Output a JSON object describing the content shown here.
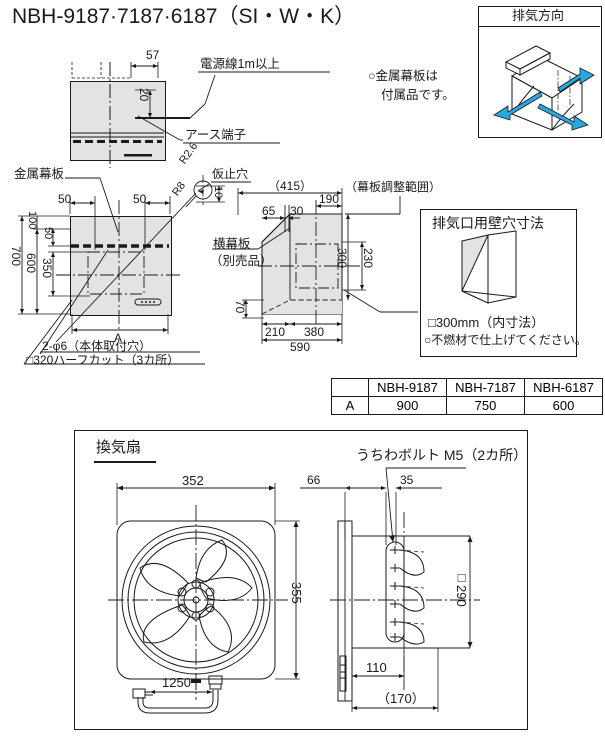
{
  "header": {
    "title": "NBH-9187·7187·6187（SI・W・K）"
  },
  "top_elevation": {
    "dim_57": "57",
    "dim_20": "20",
    "label_power_cord": "電源線1m以上",
    "label_ground_terminal": "アース端子"
  },
  "plan_view": {
    "label_metal_panel": "金属幕板",
    "dim_700": "700",
    "dim_600": "600",
    "dim_350": "350",
    "dim_100": "100",
    "dim_50_left_inner": "50",
    "dim_50_top_left": "50",
    "dim_50_top_right": "50",
    "dim_A": "A",
    "note_mount_holes": "2-φ6（本体取付穴）",
    "note_halfcut": "□320ハーフカット（3カ所）",
    "dim_R26": "R2.6",
    "dim_R8": "R8",
    "label_temp_hole": "仮止穴",
    "dim_10": "10"
  },
  "side_view": {
    "dim_415": "（415）",
    "label_panel_range": "（幕板調整範囲）",
    "dim_190": "190",
    "dim_65": "65",
    "dim_30": "30",
    "label_side_panel_1": "横幕板",
    "label_side_panel_2": "（別売品）",
    "dim_230": "230",
    "dim_300": "300",
    "dim_70": "70",
    "dim_210": "210",
    "dim_380": "380",
    "dim_590": "590"
  },
  "exhaust_direction_box": {
    "title": "排気方向",
    "arrow_color": "#29a8df"
  },
  "accessory_note": {
    "line1": "○金属幕板は",
    "line2": "付属品です。"
  },
  "wall_hole_box": {
    "title": "排気口用壁穴寸法",
    "note1": "□300mm（内寸法）",
    "note2": "○不燃材で仕上げてください。"
  },
  "spec_table": {
    "corner": "",
    "columns": [
      "NBH-9187",
      "NBH-7187",
      "NBH-6187"
    ],
    "rows": [
      {
        "label": "A",
        "values": [
          "900",
          "750",
          "600"
        ]
      }
    ]
  },
  "fan_section": {
    "title": "換気扇",
    "label_bolt": "うちわボルト M5（2カ所）",
    "dim_352": "352",
    "dim_355": "355",
    "dim_1250": "1250",
    "dim_66": "66",
    "dim_35": "35",
    "dim_290": "□290",
    "dim_110": "110",
    "dim_170": "（170）"
  },
  "colors": {
    "line": "#1a1a1a",
    "fill_gray": "#e3e3e3",
    "accent_cyan": "#29a8df"
  }
}
